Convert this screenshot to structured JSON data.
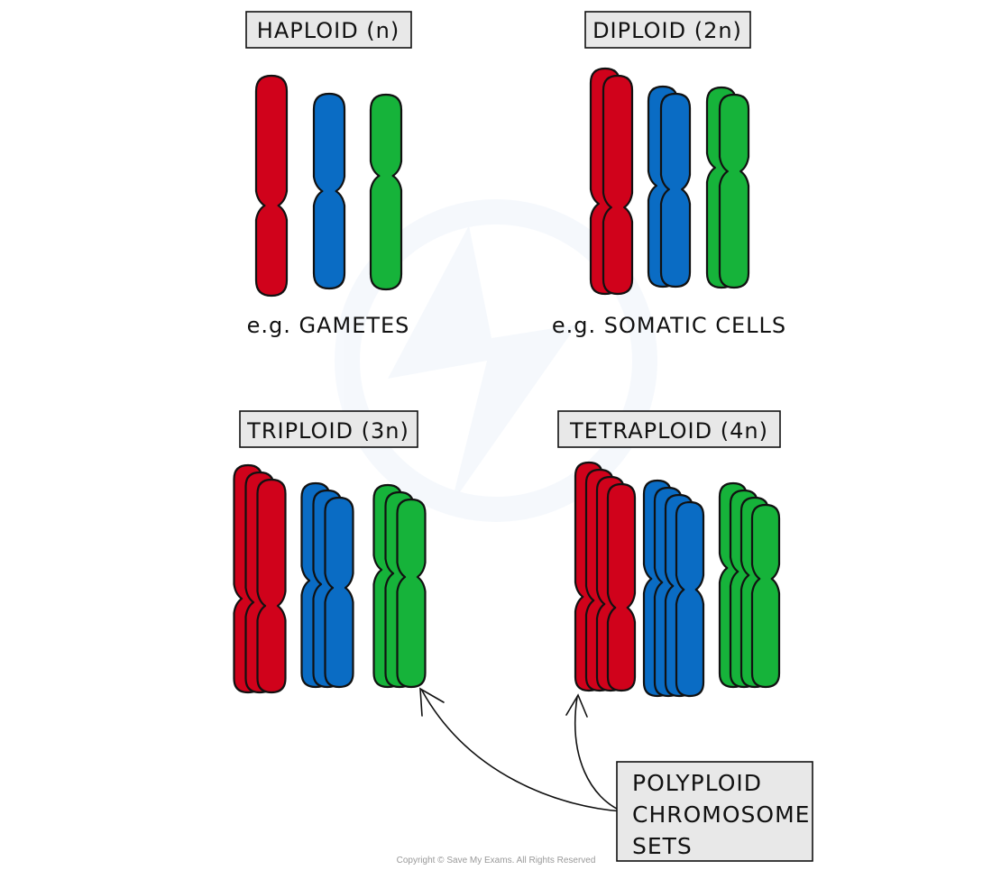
{
  "colors": {
    "red": "#d0021b",
    "blue": "#0a6cc4",
    "green": "#16b33a",
    "box_fill": "#e8e8e8",
    "outline": "#111111",
    "watermark": "#eef4fb"
  },
  "panels": {
    "haploid": {
      "title": "HAPLOID (n)",
      "example": "e.g.  GAMETES",
      "copies": 1
    },
    "diploid": {
      "title": "DIPLOID (2n)",
      "example": "e.g. SOMATIC  CELLS",
      "copies": 2
    },
    "triploid": {
      "title": "TRIPLOID (3n)",
      "copies": 3
    },
    "tetraploid": {
      "title": "TETRAPLOID (4n)",
      "copies": 4
    }
  },
  "polyploid_label": {
    "lines": [
      "POLYPLOID",
      "CHROMOSOME",
      "SETS"
    ]
  },
  "copyright": "Copyright © Save My Exams. All Rights Reserved"
}
